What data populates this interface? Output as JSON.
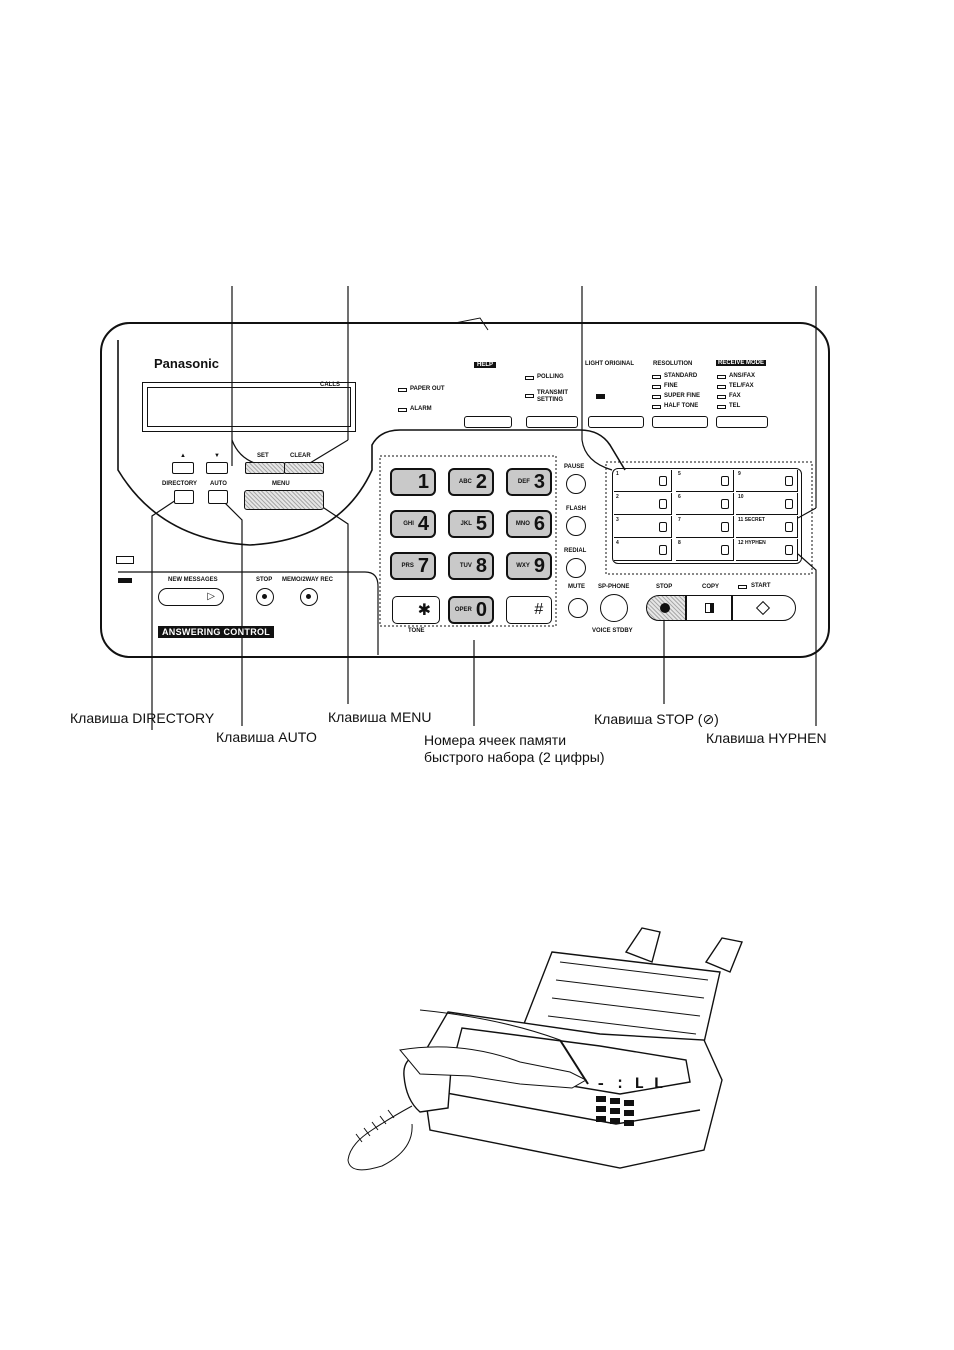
{
  "panel": {
    "brand": "Panasonic",
    "display_calls": "CALLS",
    "paper_out": "PAPER OUT",
    "alarm": "ALARM",
    "help": "HELP",
    "polling": "POLLING",
    "transmit_setting_1": "TRANSMIT",
    "transmit_setting_2": "SETTING",
    "light_original": "LIGHT ORIGINAL",
    "resolution": "RESOLUTION",
    "res_options": [
      "STANDARD",
      "FINE",
      "SUPER FINE",
      "HALF TONE"
    ],
    "receive_mode": "RECEIVE MODE",
    "mode_options": [
      "ANS/FAX",
      "TEL/FAX",
      "FAX",
      "TEL"
    ],
    "arrow_up": "▲",
    "arrow_down": "▼",
    "set": "SET",
    "clear": "CLEAR",
    "directory": "DIRECTORY",
    "auto": "AUTO",
    "menu": "MENU",
    "keypad": [
      {
        "letters": "",
        "digit": "1"
      },
      {
        "letters": "ABC",
        "digit": "2"
      },
      {
        "letters": "DEF",
        "digit": "3"
      },
      {
        "letters": "GHI",
        "digit": "4"
      },
      {
        "letters": "JKL",
        "digit": "5"
      },
      {
        "letters": "MNO",
        "digit": "6"
      },
      {
        "letters": "PRS",
        "digit": "7"
      },
      {
        "letters": "TUV",
        "digit": "8"
      },
      {
        "letters": "WXY",
        "digit": "9"
      }
    ],
    "star": "✱",
    "tone": "TONE",
    "oper": "OPER",
    "zero": "0",
    "hash": "#",
    "pause": "PAUSE",
    "flash": "FLASH",
    "redial": "REDIAL",
    "mute": "MUTE",
    "sp_phone": "SP-PHONE",
    "voice_stdby": "VOICE STDBY",
    "stop": "STOP",
    "copy": "COPY",
    "start": "START",
    "one_touch": [
      "1",
      "2",
      "3",
      "4",
      "5",
      "6",
      "7",
      "8",
      "9",
      "10",
      "11 SECRET",
      "12 HYPHEN"
    ],
    "new_messages": "NEW MESSAGES",
    "ans_stop": "STOP",
    "memo": "MEMO/2WAY REC",
    "answering_control": "ANSWERING CONTROL"
  },
  "callouts": {
    "directory": "Клавиша DIRECTORY",
    "auto": "Клавиша AUTO",
    "menu": "Клавиша MENU",
    "speed_dial_1": "Номера ячеек памяти",
    "speed_dial_2": "быстрого набора (2 цифры)",
    "stop": "Клавиша STOP (⊘)",
    "hyphen": "Клавиша HYPHEN"
  },
  "illustration": {
    "display_readout": "- : L L"
  }
}
